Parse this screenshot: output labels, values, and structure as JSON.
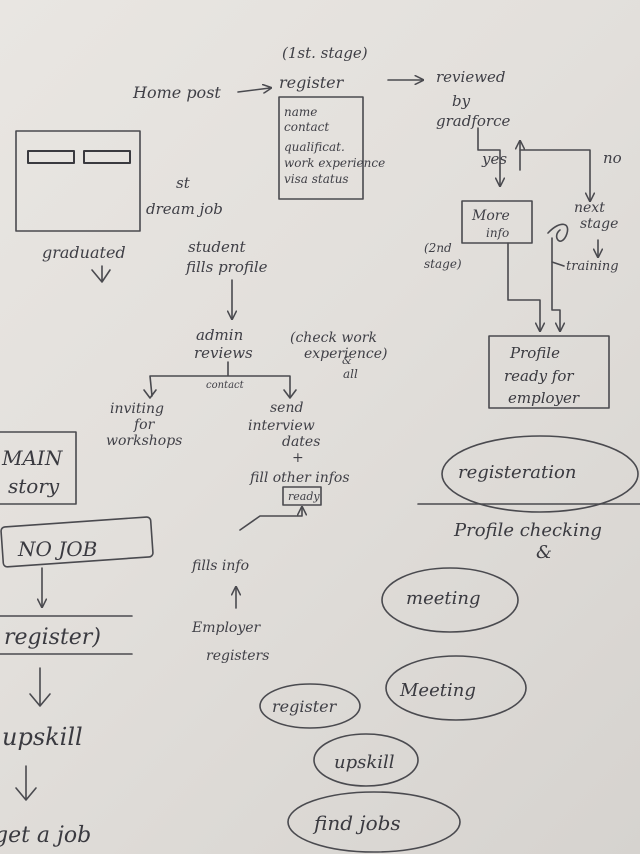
{
  "top_flow": {
    "stage1": "(1st. stage)",
    "home_post": "Home post",
    "register": "register",
    "reviewed": "reviewed",
    "by": "by",
    "gradforce": "gradforce",
    "fields": [
      "name",
      "contact",
      "qualificat.",
      "work experience",
      "visa status"
    ]
  },
  "decision": {
    "yes": "yes",
    "no": "no",
    "more": "More",
    "info": "info",
    "second_stage_1": "(2nd",
    "second_stage_2": "stage)",
    "next": "next",
    "stage": "stage",
    "training": "training",
    "profile_1": "Profile",
    "profile_2": "ready for",
    "profile_3": "employer"
  },
  "mockup": {
    "st": "st",
    "dream_job": "dream job",
    "graduated": "graduated"
  },
  "student_flow": {
    "student": "student",
    "fills_profile": "fills profile",
    "admin": "admin",
    "reviews": "reviews",
    "check_1": "(check work",
    "check_2": "experience)",
    "amp": "&",
    "all": "all",
    "contact": "contact",
    "inviting": "inviting",
    "for": "for",
    "workshops": "workshops",
    "send": "send",
    "interview": "interview",
    "dates": "dates",
    "plus": "+",
    "fill_other": "fill other infos",
    "ready": "ready",
    "fills_info": "fills info",
    "employer": "Employer",
    "registers": "registers"
  },
  "main_story": {
    "main": "MAIN",
    "story": "story",
    "no_job": "NO JOB",
    "register": "register)",
    "upskill": "upskill",
    "get_job": "get a job"
  },
  "bubbles": {
    "registeration": "registeration",
    "profile_checking": "Profile checking",
    "amp": "&",
    "meeting1": "meeting",
    "register": "register",
    "meeting2": "Meeting",
    "upskill": "upskill",
    "find_jobs": "find jobs"
  },
  "colors": {
    "paper": "#e4e1dd",
    "ink": "#4a4a4f"
  }
}
